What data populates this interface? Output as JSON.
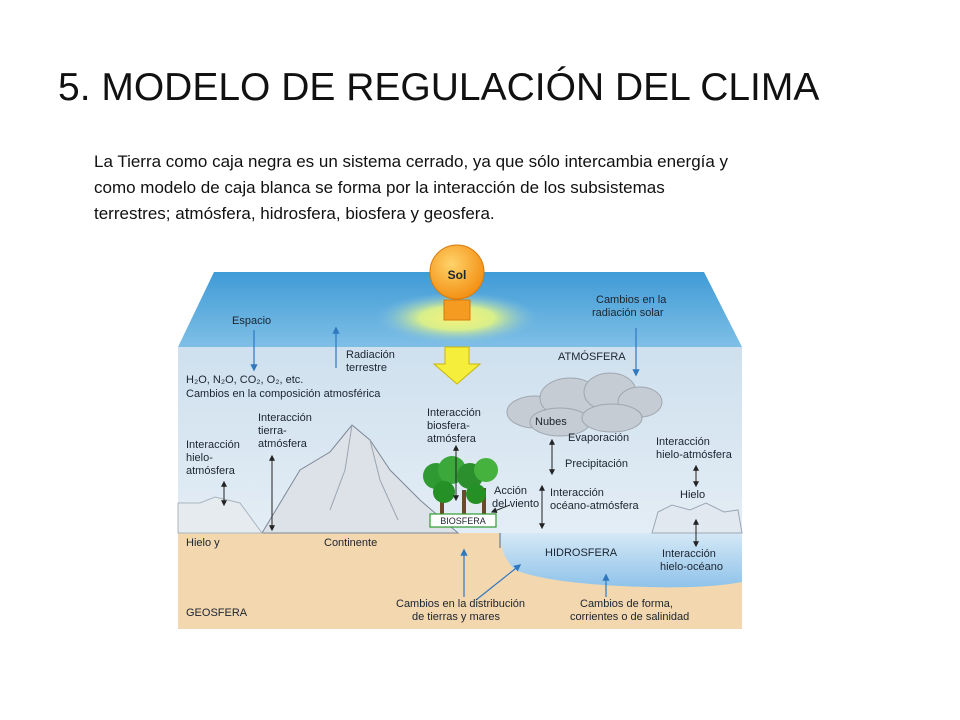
{
  "title": "5. MODELO DE REGULACIÓN DEL CLIMA",
  "intro": {
    "line1": "La Tierra como caja negra es un sistema cerrado, ya que sólo intercambia  energía y",
    "line2": "como modelo de caja blanca  se forma por la interacción  de los subsistemas",
    "line3": "terrestres; atmósfera, hidrosfera, biosfera y geosfera."
  },
  "diagram": {
    "sol": "Sol",
    "espacio": "Espacio",
    "cambios_radiacion": [
      "Cambios en la",
      "radiación solar"
    ],
    "radiacion_terrestre": [
      "Radiación",
      "terrestre"
    ],
    "atmosfera": "ATMÓSFERA",
    "gases_prefix": "H",
    "gases_line": "H₂O, N₂O, CO₂, O₂, etc.",
    "cambios_composicion": "Cambios en la composición atmosférica",
    "interaccion_tierra": [
      "Interacción",
      "tierra-",
      "atmósfera"
    ],
    "interaccion_biosfera": [
      "Interacción",
      "biosfera-",
      "atmósfera"
    ],
    "nubes": "Nubes",
    "evaporacion": "Evaporación",
    "precipitacion": "Precipitación",
    "interaccion_hielo_atm_left": [
      "Interacción",
      "hielo-",
      "atmósfera"
    ],
    "interaccion_hielo_atm_right": [
      "Interacción",
      "hielo-atmósfera"
    ],
    "hielo": "Hielo",
    "accion_viento": [
      "Acción",
      "del viento"
    ],
    "interaccion_oceano": [
      "Interacción",
      "océano-atmósfera"
    ],
    "biosfera": "BIOSFERA",
    "hielo_y": "Hielo y",
    "continente": "Continente",
    "hidrosfera": "HIDROSFERA",
    "interaccion_hielo_oceano": [
      "Interacción",
      "hielo-océano"
    ],
    "geosfera": "GEOSFERA",
    "cambios_distribucion": [
      "Cambios en la distribución",
      "de tierras y mares"
    ],
    "cambios_forma": [
      "Cambios de forma,",
      "corrientes o de salinidad"
    ]
  },
  "colors": {
    "sky_top": "#3f9bd6",
    "atmosphere": "#cfe0ee",
    "ground": "#f3d7ae",
    "ocean": "#b9d9f0",
    "sun": "#f7a21b",
    "arrow": "#2f78c0"
  }
}
